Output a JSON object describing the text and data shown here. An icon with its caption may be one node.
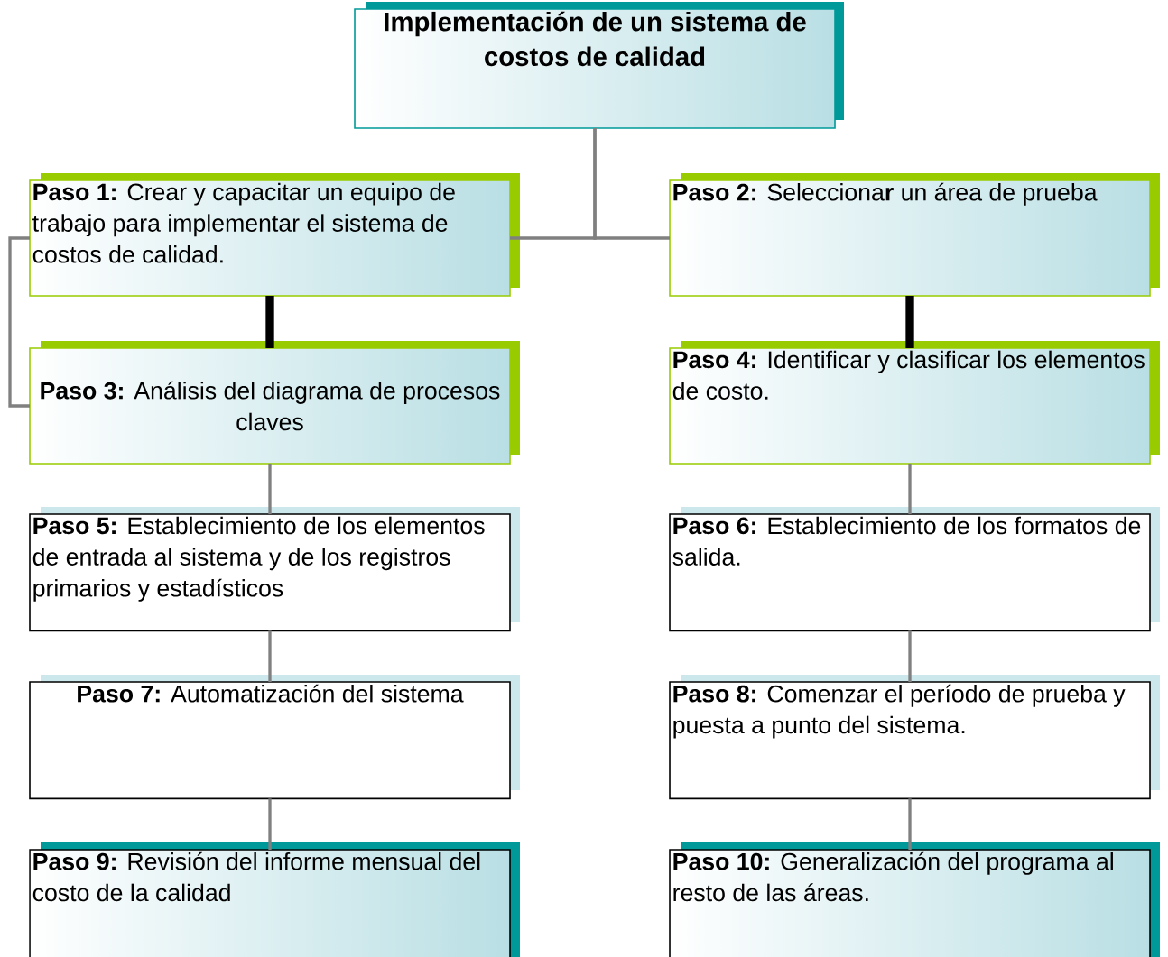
{
  "diagram": {
    "nodes": [
      {
        "text": [
          "Implementación de un sistema de costos de calidad"
        ]
      },
      {
        "text": [
          "**Paso 1:** Crear y capacitar un equipo de trabajo para implementar el sistema de costos de calidad."
        ]
      },
      {
        "text": [
          "**Paso 2:** Selecciona**r** un área de prueba"
        ]
      },
      {
        "text": [
          "**Paso 3:** Análisis del diagrama de procesos claves"
        ]
      },
      {
        "text": [
          "**Paso 4:** Identificar y clasificar los elementos de costo."
        ]
      },
      {
        "text": [
          "**Paso 5:** Establecimiento de los elementos de entrada al sistema y de los registros primarios y estadísticos"
        ]
      },
      {
        "text": [
          "**Paso 6:** Establecimiento de los formatos de salida."
        ]
      },
      {
        "text": [
          "**Paso 7:** Automatización del sistema"
        ]
      },
      {
        "text": [
          "**Paso 8:** Comenzar el período de prueba y puesta a punto del sistema."
        ]
      },
      {
        "text": [
          "**Paso 9:** Revisión del informe mensual del costo de la calidad"
        ]
      },
      {
        "text": [
          "**Paso 10:** Generalización del programa al resto de las áreas."
        ]
      }
    ],
    "edges": [
      {
        "from": 0,
        "to": 1,
        "arrow": "none"
      },
      {
        "from": 0,
        "to": 2,
        "arrow": "none"
      },
      {
        "from": 1,
        "to": 3,
        "arrow": "none",
        "style": "thick",
        "color": "#000000"
      },
      {
        "from": 1,
        "to": 3,
        "arrow": "none"
      },
      {
        "from": 2,
        "to": 4,
        "arrow": "none",
        "style": "thick",
        "color": "#000000"
      },
      {
        "from": 3,
        "to": 5,
        "arrow": "none"
      },
      {
        "from": 4,
        "to": 6,
        "arrow": "none"
      },
      {
        "from": 5,
        "to": 7,
        "arrow": "none"
      },
      {
        "from": 6,
        "to": 8,
        "arrow": "none"
      },
      {
        "from": 7,
        "to": 9,
        "arrow": "none"
      },
      {
        "from": 8,
        "to": 10,
        "arrow": "none"
      }
    ]
  }
}
